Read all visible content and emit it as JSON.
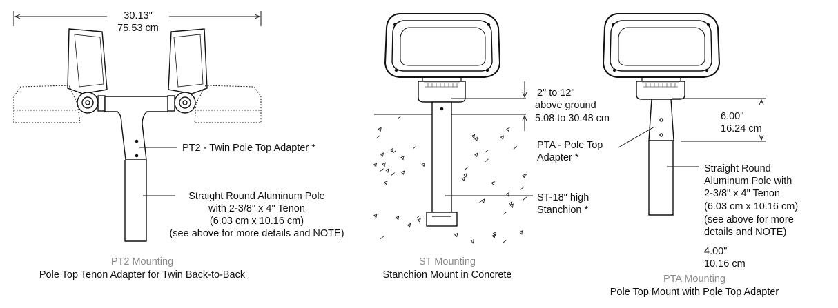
{
  "pt2": {
    "width_in": "30.13\"",
    "width_cm": "75.53 cm",
    "adapter_label": "PT2 - Twin Pole Top Adapter *",
    "pole_lines": [
      "Straight Round Aluminum Pole",
      "with 2-3/8\" x 4\" Tenon",
      "(6.03 cm x 10.16 cm)",
      "(see above for more details and NOTE)"
    ],
    "caption_title": "PT2 Mounting",
    "caption_sub": "Pole Top Tenon Adapter for Twin Back-to-Back"
  },
  "st": {
    "height_lines": [
      "2\" to 12\"",
      "above ground",
      "5.08 to 30.48 cm"
    ],
    "stanchion_lines": [
      "ST-18\" high",
      "Stanchion *"
    ],
    "caption_title": "ST Mounting",
    "caption_sub": "Stanchion Mount in Concrete"
  },
  "pta": {
    "dim_in": "6.00\"",
    "dim_cm": "16.24 cm",
    "adapter_lines": [
      "PTA - Pole Top",
      "Adapter *"
    ],
    "pole_lines": [
      "Straight Round",
      "Aluminum Pole with",
      "2-3/8\" x 4\" Tenon",
      "(6.03 cm x 10.16 cm)",
      "(see above for more",
      "details and NOTE)"
    ],
    "bottom_in": "4.00\"",
    "bottom_cm": "10.16 cm",
    "caption_title": "PTA Mounting",
    "caption_sub": "Pole Top Mount with Pole Top Adapter"
  }
}
